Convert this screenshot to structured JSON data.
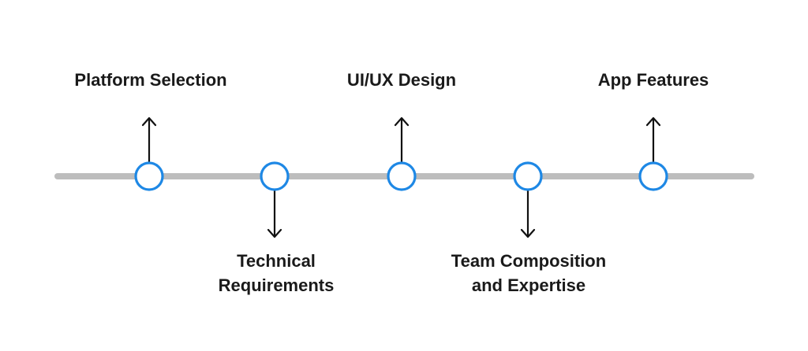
{
  "colors": {
    "track": "#bdbdbd",
    "node_stroke": "#1e88e5",
    "node_fill": "#ffffff",
    "arrow": "#111111",
    "text": "#1a1a1a"
  },
  "timeline": {
    "stages": [
      {
        "label_lines": [
          "Platform Selection"
        ],
        "direction": "up",
        "order": 1
      },
      {
        "label_lines": [
          "Technical",
          "Requirements"
        ],
        "direction": "down",
        "order": 2
      },
      {
        "label_lines": [
          "UI/UX Design"
        ],
        "direction": "up",
        "order": 3
      },
      {
        "label_lines": [
          "Team Composition",
          "and Expertise"
        ],
        "direction": "down",
        "order": 4
      },
      {
        "label_lines": [
          "App Features"
        ],
        "direction": "up",
        "order": 5
      }
    ]
  }
}
